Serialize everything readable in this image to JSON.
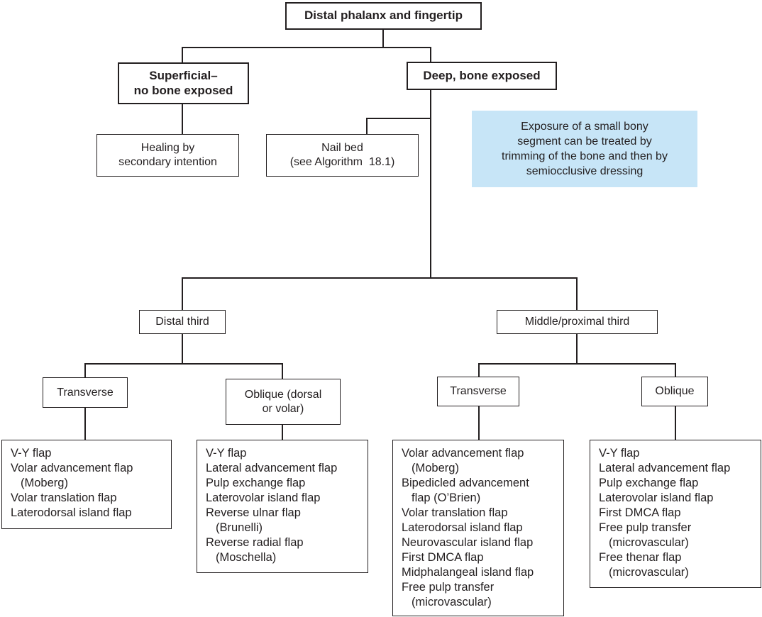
{
  "colors": {
    "line": "#231f20",
    "text": "#231f20",
    "note_background": "#c7e5f7",
    "box_background": "#ffffff"
  },
  "nodes": {
    "root": "Distal phalanx and fingertip",
    "superficial": "Superficial–\nno bone exposed",
    "deep": "Deep, bone exposed",
    "healing": "Healing by\nsecondary intention",
    "nail_bed": "Nail bed\n(see Algorithm  18.1)",
    "note": "Exposure of a small bony\nsegment can be treated by\ntrimming of the bone and then by\nsemiocclusive dressing",
    "distal_third": "Distal third",
    "middle_proximal_third": "Middle/proximal third",
    "distal_transverse": "Transverse",
    "distal_oblique": "Oblique (dorsal\nor volar)",
    "middle_transverse": "Transverse",
    "middle_oblique": "Oblique"
  },
  "flap_lists": {
    "distal_transverse": [
      {
        "text": "V-Y flap"
      },
      {
        "text": "Volar advancement flap"
      },
      {
        "text": "(Moberg)",
        "indent": true
      },
      {
        "text": "Volar translation flap"
      },
      {
        "text": "Laterodorsal island flap"
      }
    ],
    "distal_oblique": [
      {
        "text": "V-Y flap"
      },
      {
        "text": "Lateral advancement flap"
      },
      {
        "text": "Pulp exchange flap"
      },
      {
        "text": "Laterovolar island flap"
      },
      {
        "text": "Reverse ulnar flap"
      },
      {
        "text": "(Brunelli)",
        "indent": true
      },
      {
        "text": "Reverse radial flap"
      },
      {
        "text": "(Moschella)",
        "indent": true
      }
    ],
    "middle_transverse": [
      {
        "text": "Volar advancement flap"
      },
      {
        "text": "(Moberg)",
        "indent": true
      },
      {
        "text": "Bipedicled advancement"
      },
      {
        "text": "flap (O’Brien)",
        "indent": true
      },
      {
        "text": "Volar translation flap"
      },
      {
        "text": "Laterodorsal island flap"
      },
      {
        "text": "Neurovascular island flap"
      },
      {
        "text": "First DMCA flap"
      },
      {
        "text": "Midphalangeal island flap"
      },
      {
        "text": "Free pulp transfer"
      },
      {
        "text": "(microvascular)",
        "indent": true
      }
    ],
    "middle_oblique": [
      {
        "text": "V-Y flap"
      },
      {
        "text": "Lateral advancement flap"
      },
      {
        "text": "Pulp exchange flap"
      },
      {
        "text": "Laterovolar island flap"
      },
      {
        "text": "First DMCA flap"
      },
      {
        "text": "Free pulp transfer"
      },
      {
        "text": "(microvascular)",
        "indent": true
      },
      {
        "text": "Free thenar flap"
      },
      {
        "text": "(microvascular)",
        "indent": true
      }
    ]
  }
}
